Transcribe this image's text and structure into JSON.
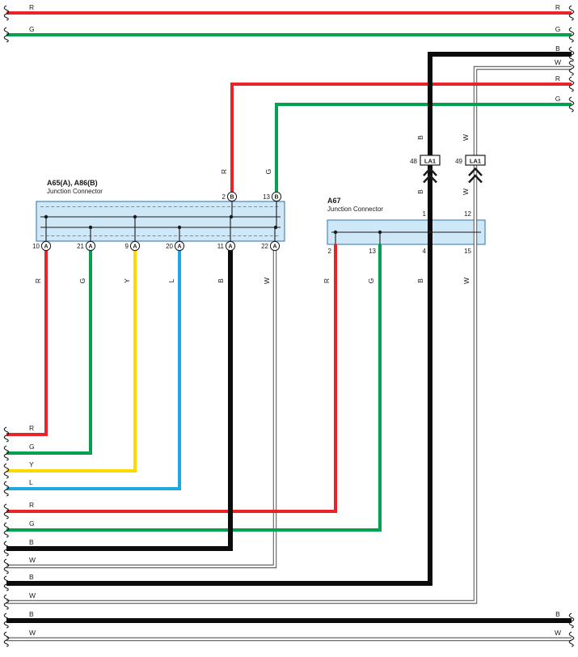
{
  "diagram": {
    "type": "wiring-diagram",
    "colors": {
      "R": "#e8232a",
      "G": "#00a24d",
      "Y": "#ffd800",
      "L": "#1fa7e0",
      "B": "#0c0c0c",
      "W": "#ffffff",
      "wire_edge": "#3f3f3f",
      "box_fill": "#cfe8f8",
      "box_border": "#4f87b5"
    },
    "icons": {
      "continuation": "squiggle",
      "inline_connector": "double-chevron-up"
    },
    "connectors": {
      "a65": {
        "title": "A65(A), A86(B)",
        "subtitle": "Junction Connector",
        "top_pins": [
          {
            "num": "2",
            "housing": "B"
          },
          {
            "num": "13",
            "housing": "B"
          }
        ],
        "bottom_pins": [
          {
            "num": "10",
            "housing": "A"
          },
          {
            "num": "21",
            "housing": "A"
          },
          {
            "num": "9",
            "housing": "A"
          },
          {
            "num": "20",
            "housing": "A"
          },
          {
            "num": "11",
            "housing": "A"
          },
          {
            "num": "22",
            "housing": "A"
          }
        ]
      },
      "a67": {
        "title": "A67",
        "subtitle": "Junction Connector",
        "top_pins": [
          {
            "num": "1"
          },
          {
            "num": "12"
          }
        ],
        "bottom_pins": [
          {
            "num": "2"
          },
          {
            "num": "13"
          },
          {
            "num": "4"
          },
          {
            "num": "15"
          }
        ]
      }
    },
    "inline_connectors": [
      {
        "pin": "48",
        "code": "LA1"
      },
      {
        "pin": "49",
        "code": "LA1"
      }
    ],
    "wire_tags": {
      "a65_top": [
        "R",
        "G"
      ],
      "a65_bottom": [
        "R",
        "G",
        "Y",
        "L",
        "B",
        "W"
      ],
      "a67_bottom": [
        "R",
        "G",
        "B",
        "W"
      ],
      "la1_above": [
        "B",
        "W"
      ],
      "la1_below": [
        "B",
        "W"
      ]
    },
    "edge_labels": {
      "top_left": [
        "R",
        "G"
      ],
      "top_right": [
        "R",
        "G"
      ],
      "right": [
        "B",
        "W",
        "R",
        "G"
      ],
      "left": [
        "R",
        "G",
        "Y",
        "L",
        "R",
        "G",
        "B",
        "W",
        "B",
        "W",
        "B",
        "W"
      ],
      "bottom_right": [
        "B",
        "W"
      ]
    }
  }
}
